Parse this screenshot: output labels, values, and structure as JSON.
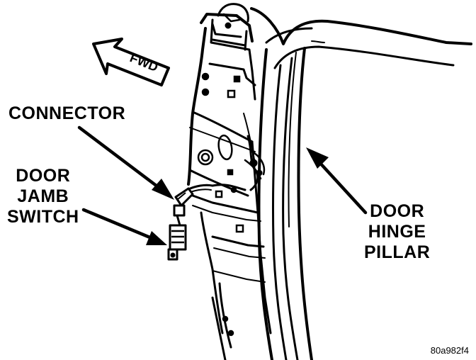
{
  "labels": {
    "fwd": "FWD",
    "connector": "CONNECTOR",
    "switch_line1": "DOOR",
    "switch_line2": "JAMB",
    "switch_line3": "SWITCH",
    "pillar_line1": "DOOR",
    "pillar_line2": "HINGE",
    "pillar_line3": "PILLAR"
  },
  "figure_id": "80a982f4",
  "colors": {
    "ink": "#000000",
    "paper": "#ffffff"
  }
}
